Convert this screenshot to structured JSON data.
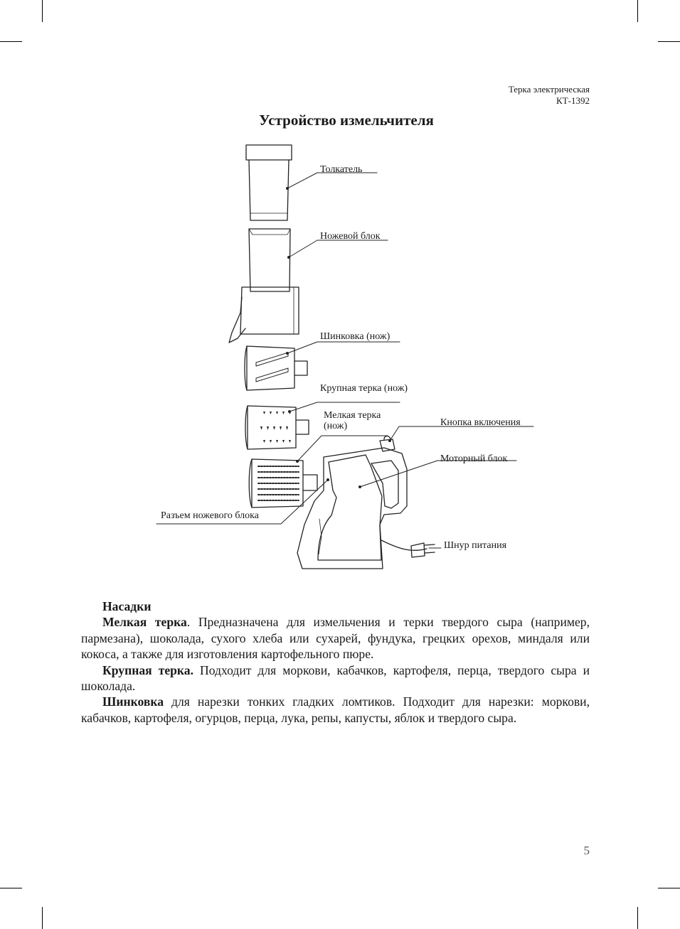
{
  "header": {
    "line1": "Терка электрическая",
    "line2": "КТ-1392"
  },
  "title": "Устройство измельчителя",
  "labels": {
    "pusher": "Толкатель",
    "blade_block": "Ножевой блок",
    "slicer": "Шинковка (нож)",
    "coarse": "Крупная терка (нож)",
    "fine_1": "Мелкая терка",
    "fine_2": "(нож)",
    "power_button": "Кнопка включения",
    "motor": "Моторный блок",
    "connector": "Разъем ножевого блока",
    "cord": "Шнур питания"
  },
  "section": {
    "heading": "Насадки",
    "p1_bold": "Мелкая терка",
    "p1_text": ". Предназначена для измельчения и терки твердого сыра (например, пармезана), шоколада, сухого хлеба или сухарей, фундука, грецких орехов, миндаля или кокоса, а также для изготовления картофельного пюре.",
    "p2_bold": "Крупная терка.",
    "p2_text": " Подходит для моркови, кабачков, картофеля, перца, твердого сыра и шоколада.",
    "p3_bold": "Шинковка",
    "p3_text": " для нарезки тонких гладких ломтиков. Подходит для нарезки: моркови, кабачков, картофеля, огурцов, перца, лука, репы, капусты, яблок и твердого сыра."
  },
  "page_number": "5"
}
